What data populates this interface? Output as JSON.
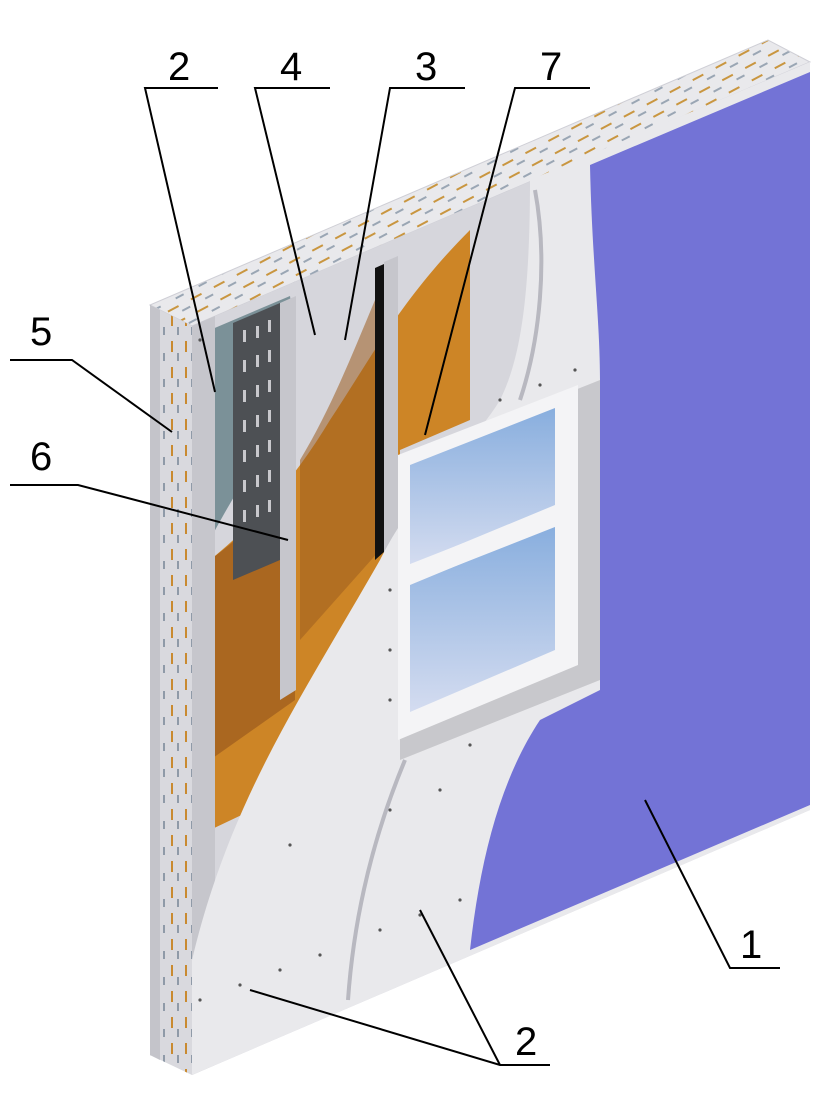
{
  "colors": {
    "finish_paint": "#7373d6",
    "board": "#e9e9ec",
    "board_edge": "#d6d6dc",
    "insulation": "#cd8526",
    "insulation_dark": "#9d5d1f",
    "membrane": "#7b9198",
    "stud": "#c6c6cc",
    "stud_dark": "#4d5054",
    "glass_top": "#88aede",
    "glass_bottom": "#d4dcf0",
    "frame": "#f4f4f6",
    "reveal": "#c8c8cc"
  },
  "callouts": [
    {
      "id": "1",
      "text": "1",
      "points_to": "finish-paint-layer"
    },
    {
      "id": "2-top",
      "text": "2",
      "points_to": "gypsum-board-left-edge"
    },
    {
      "id": "2-bottom",
      "text": "2",
      "points_to": "gypsum-board-face"
    },
    {
      "id": "3",
      "text": "3",
      "points_to": "mineral-wool-insulation"
    },
    {
      "id": "4",
      "text": "4",
      "points_to": "vapor-barrier-membrane"
    },
    {
      "id": "5",
      "text": "5",
      "points_to": "outer-sheathing-board"
    },
    {
      "id": "6",
      "text": "6",
      "points_to": "metal-stud"
    },
    {
      "id": "7",
      "text": "7",
      "points_to": "window-opening-stud"
    }
  ]
}
